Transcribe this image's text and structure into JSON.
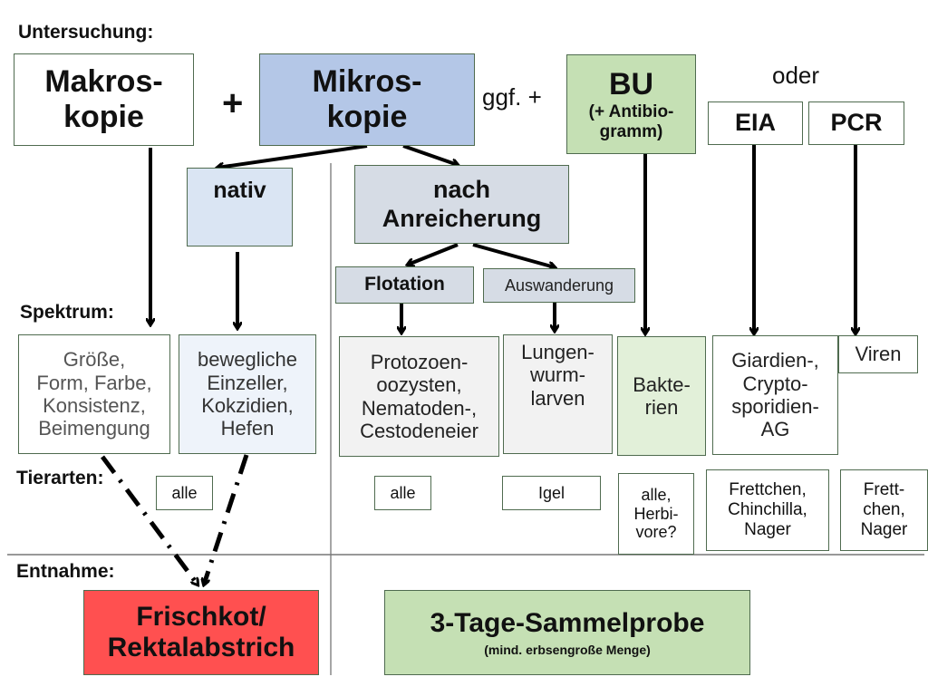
{
  "section_labels": {
    "untersuchung": "Untersuchung:",
    "spektrum": "Spektrum:",
    "tierarten": "Tierarten:",
    "entnahme": "Entnahme:"
  },
  "connectors": {
    "plus": "+",
    "ggf_plus": "ggf. +",
    "oder": "oder"
  },
  "methods": {
    "makroskopie": [
      "Makros-",
      "kopie"
    ],
    "mikroskopie": [
      "Mikros-",
      "kopie"
    ],
    "bu": {
      "title": "BU",
      "subtitle": [
        "(+ Antibio-",
        "gramm)"
      ]
    },
    "eia": "EIA",
    "pcr": "PCR",
    "nativ": "nativ",
    "nach_anreicherung": [
      "nach",
      "Anreicherung"
    ],
    "flotation": "Flotation",
    "auswanderung": "Auswanderung"
  },
  "spektrum": {
    "makroskopie": [
      "Größe,",
      "Form, Farbe,",
      "Konsistenz,",
      "Beimengung"
    ],
    "nativ": [
      "bewegliche",
      "Einzeller,",
      "Kokzidien,",
      "Hefen"
    ],
    "flotation": [
      "Protozoen-",
      "oozysten,",
      "Nematoden-,",
      "Cestodeneier"
    ],
    "auswanderung": [
      "Lungen-",
      "wurm-",
      "larven"
    ],
    "bu": [
      "Bakte-",
      "rien"
    ],
    "eia": [
      "Giardien-,",
      "Crypto-",
      "sporidien-",
      "AG"
    ],
    "pcr": [
      "Viren"
    ]
  },
  "tierarten": {
    "mikro_nativ": [
      "alle"
    ],
    "flotation": [
      "alle"
    ],
    "auswanderung": [
      "Igel"
    ],
    "bu": [
      "alle,",
      "Herbi-",
      "vore?"
    ],
    "eia": [
      "Frettchen,",
      "Chinchilla,",
      "Nager"
    ],
    "pcr": [
      "Frett-",
      "chen,",
      "Nager"
    ]
  },
  "entnahme": {
    "frischkot": [
      "Frischkot/",
      "Rektalabstrich"
    ],
    "sammelprobe": {
      "title": "3-Tage-Sammelprobe",
      "subtitle": "(mind. erbsengroße Menge)"
    }
  },
  "colors": {
    "mikroskopie_fill": "#b4c7e7",
    "nativ_fill": "#dae5f3",
    "anreicherung_fill": "#d6dce5",
    "bu_fill": "#c5e0b4",
    "bakterien_fill": "#e2f0d9",
    "flotation_result_fill": "#f2f2f2",
    "frischkot_fill": "#ff5050",
    "sammelprobe_fill": "#c5e0b4",
    "box_border": "#4f6b4f"
  }
}
